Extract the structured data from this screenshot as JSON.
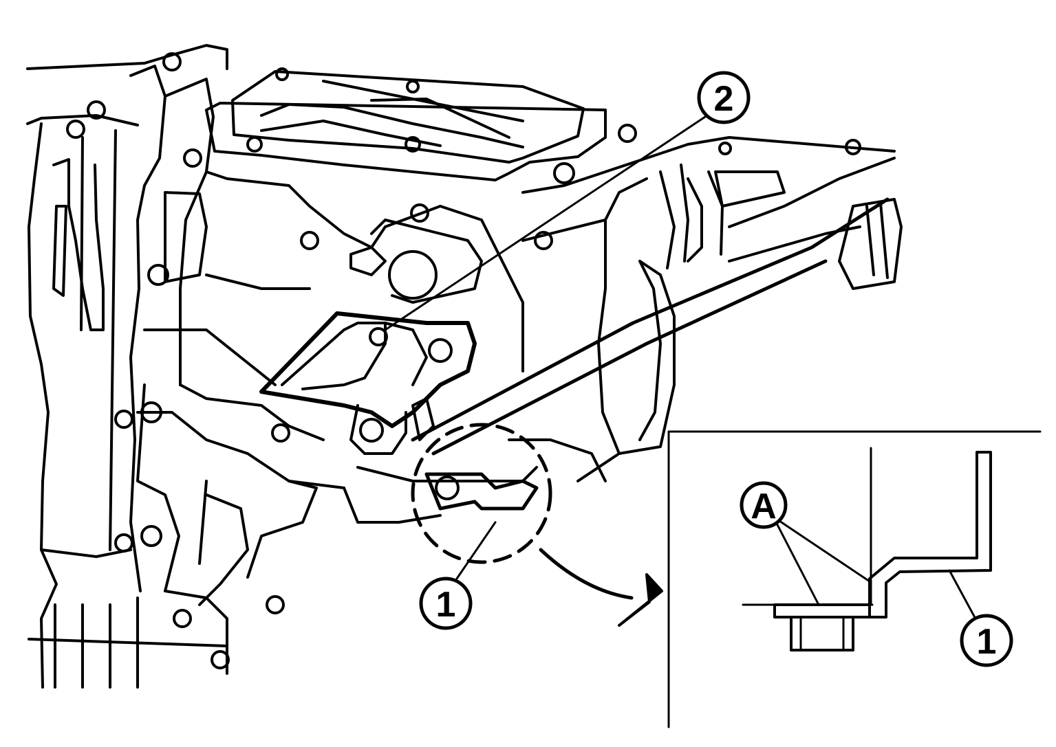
{
  "callouts": {
    "part_1_main": "1",
    "part_2": "2",
    "point_a": "A",
    "part_1_detail": "1"
  },
  "colors": {
    "line": "#000000",
    "background": "#ffffff"
  }
}
